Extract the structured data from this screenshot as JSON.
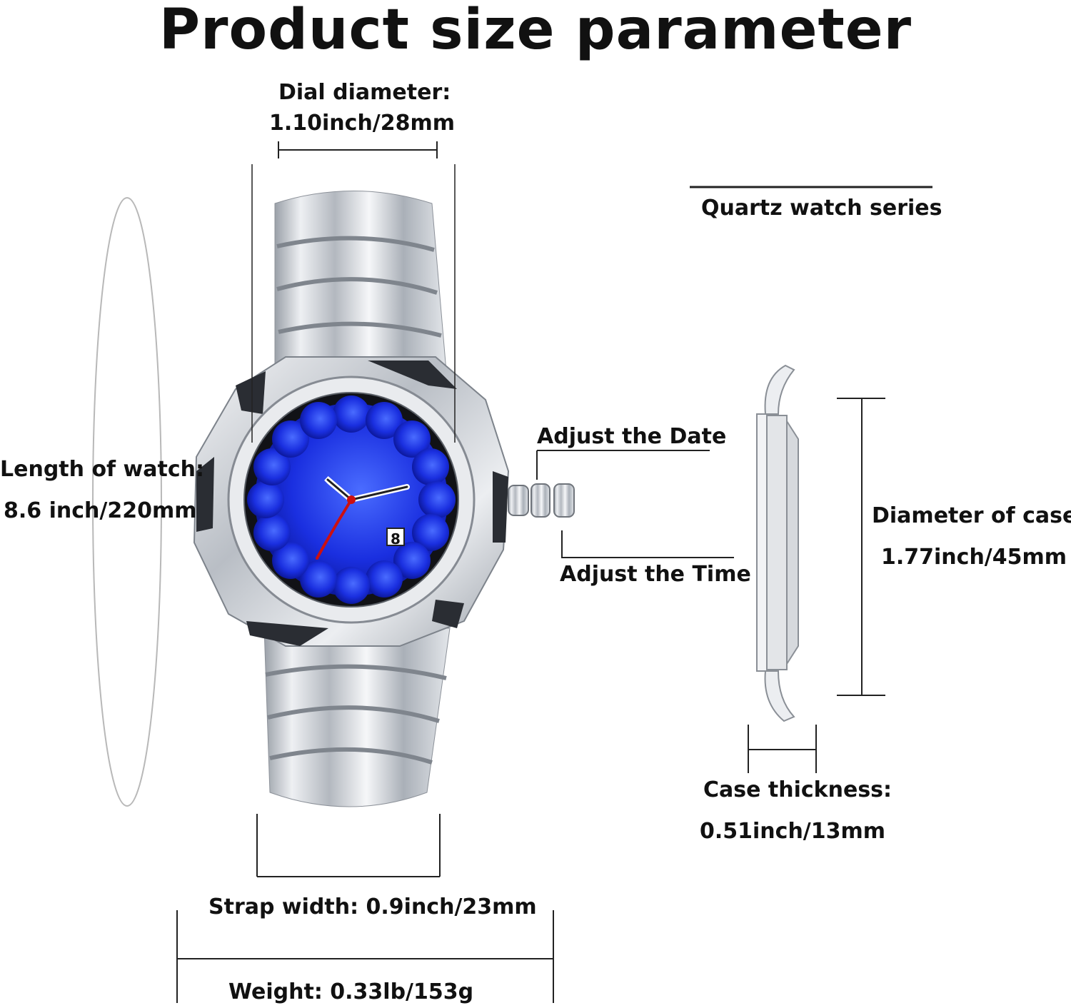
{
  "title": "Product size parameter",
  "labels": {
    "dial_diameter_label": "Dial diameter:",
    "dial_diameter_value": "1.10inch/28mm",
    "series": "Quartz watch series",
    "length_label": "Length of watch:",
    "length_value": "8.6 inch/220mm",
    "adjust_date": "Adjust the Date",
    "adjust_time": "Adjust the Time",
    "case_diameter_label": "Diameter of case:",
    "case_diameter_value": "1.77inch/45mm",
    "case_thickness_label": "Case thickness:",
    "case_thickness_value": "0.51inch/13mm",
    "strap_width": "Strap width: 0.9inch/23mm",
    "weight": "Weight: 0.33lb/153g"
  },
  "watch": {
    "date_window": "8",
    "dial_color": "#1a2fe0",
    "strap_color": "#c9ccd2",
    "hand_second_color": "#cc1010"
  }
}
